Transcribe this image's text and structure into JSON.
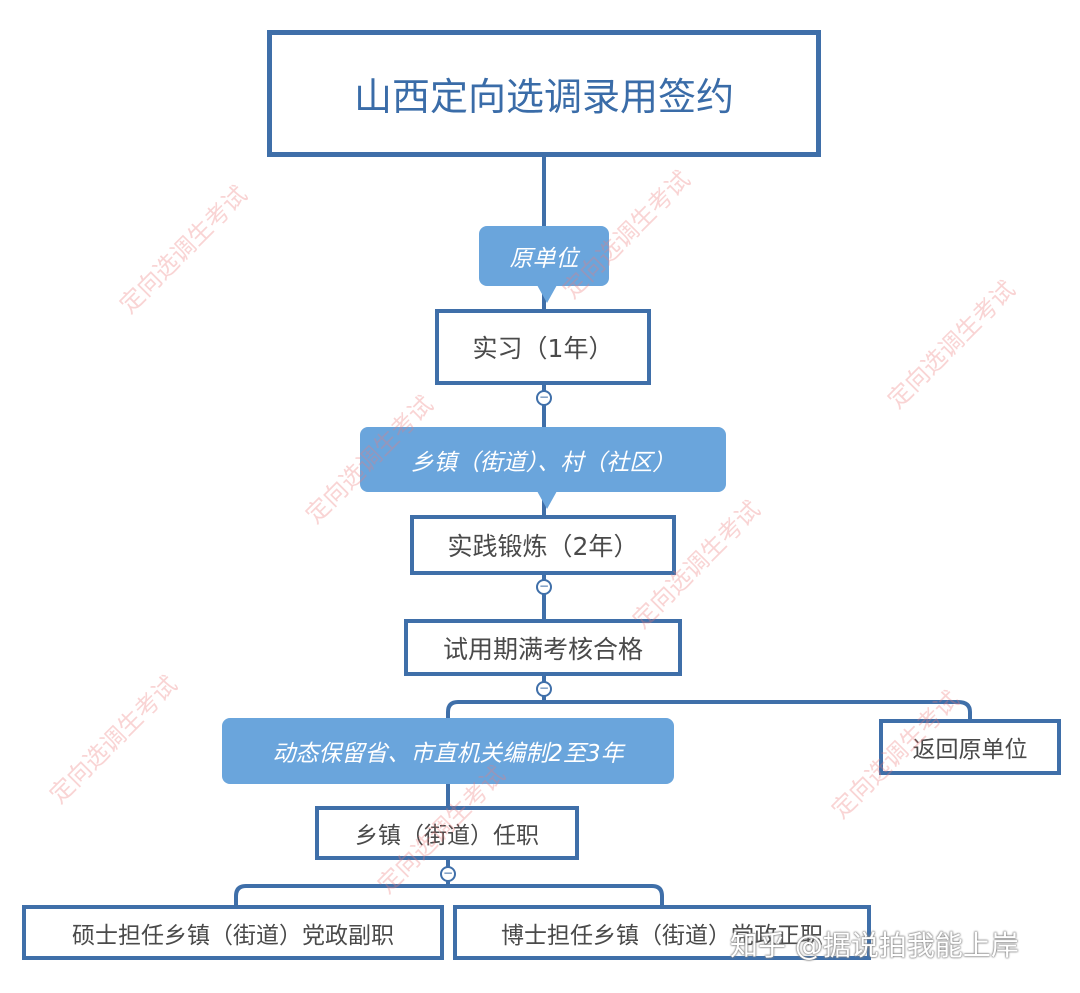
{
  "diagram": {
    "root": "山西定向选调录用签约",
    "callout_original_unit": "原单位",
    "internship": "实习（1年）",
    "callout_township_village": "乡镇（街道）、村（社区）",
    "practice": "实践锻炼（2年）",
    "probation": "试用期满考核合格",
    "callout_retain": "动态保留省、市直机关编制2至3年",
    "return_unit": "返回原单位",
    "township_post": "乡镇（街道）任职",
    "master_post": "硕士担任乡镇（街道）党政副职",
    "phd_post": "博士担任乡镇（街道）党政正职",
    "collapse_symbol": "−"
  },
  "watermark_text": "定向选调生考试",
  "credit_text": "知乎 @据说拍我能上岸",
  "colors": {
    "border": "#3f6fa9",
    "callout_fill": "#6aa5dc",
    "root_text": "#3a6ca8",
    "watermark": "#eb7878"
  }
}
